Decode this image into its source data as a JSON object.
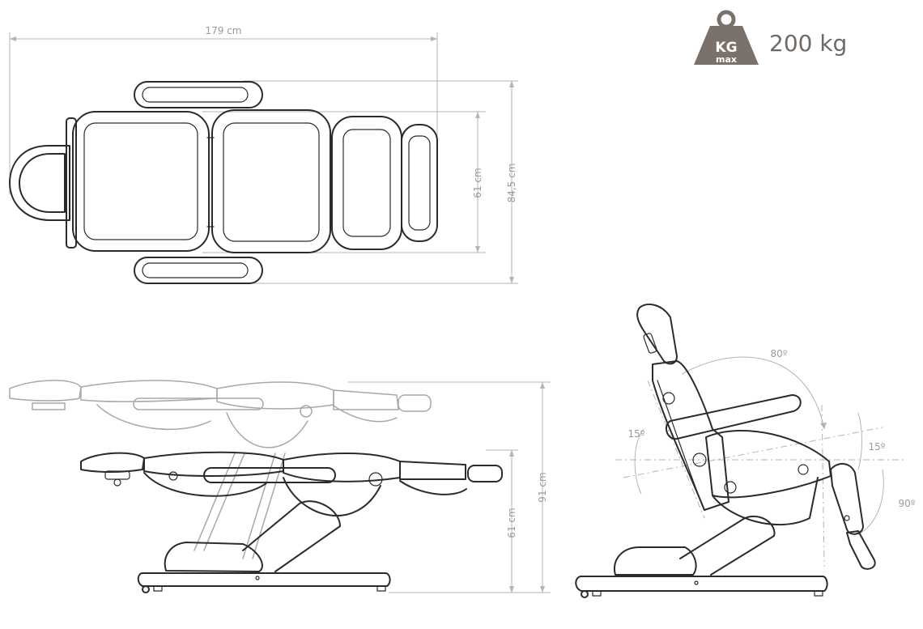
{
  "weight": {
    "badge_label": "KG",
    "badge_sub": "max",
    "value_text": "200 kg",
    "badge_color": "#7a716a"
  },
  "dimensions": {
    "length": "179 cm",
    "seat_width": "61 cm",
    "total_width": "84,5 cm",
    "max_height": "91 cm",
    "min_height": "61 cm"
  },
  "angles": {
    "backrest": "80º",
    "seat_left": "15º",
    "seat_right": "15º",
    "legrest": "90º"
  },
  "colors": {
    "line": "#2b2b2b",
    "dimension": "#b4b4b4",
    "ghost": "#a8a8a8",
    "label": "#9a9a9a"
  }
}
